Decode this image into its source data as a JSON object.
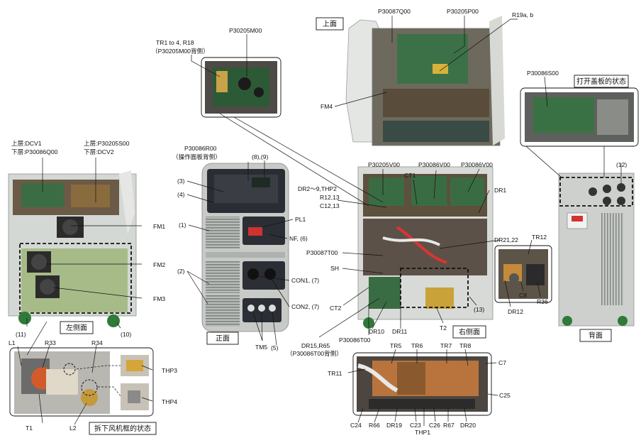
{
  "sections": {
    "top": "上面",
    "right_open": "打开盖板的状态",
    "left_side": "左侧面",
    "front": "正面",
    "right_side": "右侧面",
    "back": "背面",
    "fan_removed": "拆下风机框的状态"
  },
  "labels": {
    "tr1_4": "TR1 to 4, R18",
    "tr1_4_note": "（P30205M00背侧）",
    "p30205m00": "P30205M00",
    "p30087q00": "P30087Q00",
    "p30205p00": "P30205P00",
    "r19": "R19a, b",
    "fm4": "FM4",
    "p30086s00": "P30086S00",
    "n12": "(12)",
    "dcv1": "上层:DCV1",
    "p30086q00": "下层:P30086Q00",
    "p30205s00": "上层:P30205S00",
    "dcv2": "下层:DCV2",
    "fm1": "FM1",
    "fm2": "FM2",
    "fm3": "FM3",
    "n11": "(11)",
    "n10": "(10)",
    "l1": "L1",
    "r33": "R33",
    "r34": "R34",
    "thp3": "THP3",
    "thp4": "THP4",
    "t1": "T1",
    "l2": "L2",
    "p30086r00": "P30086R00",
    "p30086r00_note": "（操作面板背侧）",
    "n8_9": "(8),(9)",
    "n3": "(3)",
    "n4": "(4)",
    "n1": "(1)",
    "n2": "(2)",
    "pl1": "PL1",
    "nf6": "NF, (6)",
    "con1": "CON1, (7)",
    "con2": "CON2, (7)",
    "tm5": "TM5",
    "n5": "(5)",
    "p30205v00": "P30205V00",
    "ct1": "CT1",
    "p30086v00_a": "P30086V00",
    "p30086v00_b": "P30086V00",
    "dr2_9": "DR2～9,THP2",
    "r12_13": "R12,13",
    "c12_13": "C12,13",
    "dr1": "DR1",
    "dr21_22": "DR21,22",
    "tr12": "TR12",
    "p30087t00": "P30087T00",
    "sh": "SH",
    "ct2": "CT2",
    "dr10": "DR10",
    "dr11": "DR11",
    "t2": "T2",
    "n13": "(13)",
    "c8": "C8",
    "dr12": "DR12",
    "r36": "R36",
    "p30086t00": "P30086T00",
    "dr15": "DR15,R65",
    "dr15_note": "（P30086T00背侧）",
    "tr5": "TR5",
    "tr6": "TR6",
    "tr7": "TR7",
    "tr8": "TR8",
    "c7": "C7",
    "tr11": "TR11",
    "c25": "C25",
    "c24": "C24",
    "r66": "R66",
    "dr19": "DR19",
    "c23": "C23",
    "c26": "C26",
    "r67": "R67",
    "dr20": "DR20",
    "thp1": "THP1"
  },
  "colors": {
    "machine_body": "#d8dcd8",
    "panel_dark": "#2a2d33",
    "pcb_green": "#3f7a48",
    "copper": "#b8743c",
    "wheel": "#2f7a3a"
  }
}
